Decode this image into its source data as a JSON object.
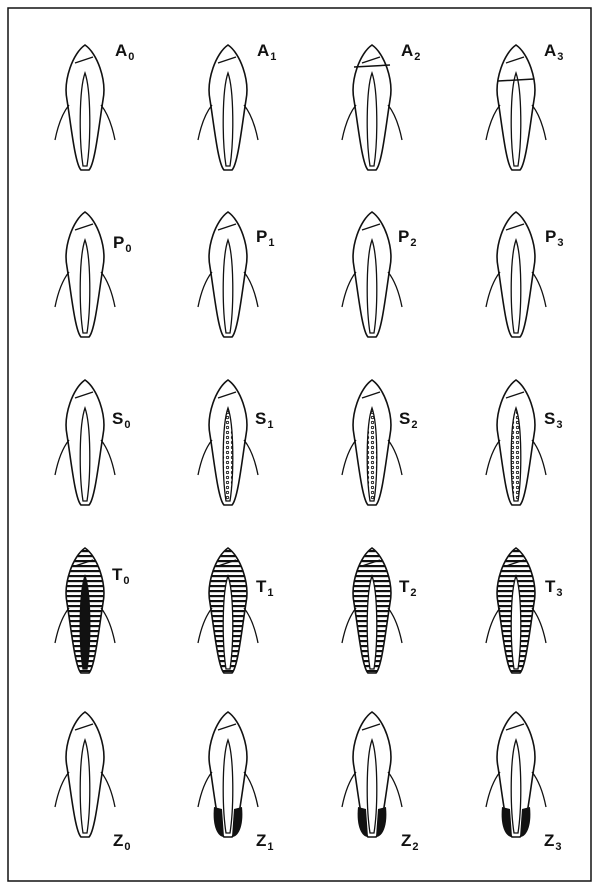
{
  "rows": [
    {
      "name": "A",
      "labels": [
        {
          "letter": "A",
          "index": "0"
        },
        {
          "letter": "A",
          "index": "1"
        },
        {
          "letter": "A",
          "index": "2"
        },
        {
          "letter": "A",
          "index": "3"
        }
      ]
    },
    {
      "name": "P",
      "labels": [
        {
          "letter": "P",
          "index": "0"
        },
        {
          "letter": "P",
          "index": "1"
        },
        {
          "letter": "P",
          "index": "2"
        },
        {
          "letter": "P",
          "index": "3"
        }
      ]
    },
    {
      "name": "S",
      "labels": [
        {
          "letter": "S",
          "index": "0"
        },
        {
          "letter": "S",
          "index": "1"
        },
        {
          "letter": "S",
          "index": "2"
        },
        {
          "letter": "S",
          "index": "3"
        }
      ]
    },
    {
      "name": "T",
      "labels": [
        {
          "letter": "T",
          "index": "0"
        },
        {
          "letter": "T",
          "index": "1"
        },
        {
          "letter": "T",
          "index": "2"
        },
        {
          "letter": "T",
          "index": "3"
        }
      ]
    },
    {
      "name": "Z",
      "labels": [
        {
          "letter": "Z",
          "index": "0"
        },
        {
          "letter": "Z",
          "index": "1"
        },
        {
          "letter": "Z",
          "index": "2"
        },
        {
          "letter": "Z",
          "index": "3"
        }
      ]
    }
  ],
  "colors": {
    "ink": "#111111",
    "paper": "#ffffff",
    "hatch": "#111111"
  }
}
